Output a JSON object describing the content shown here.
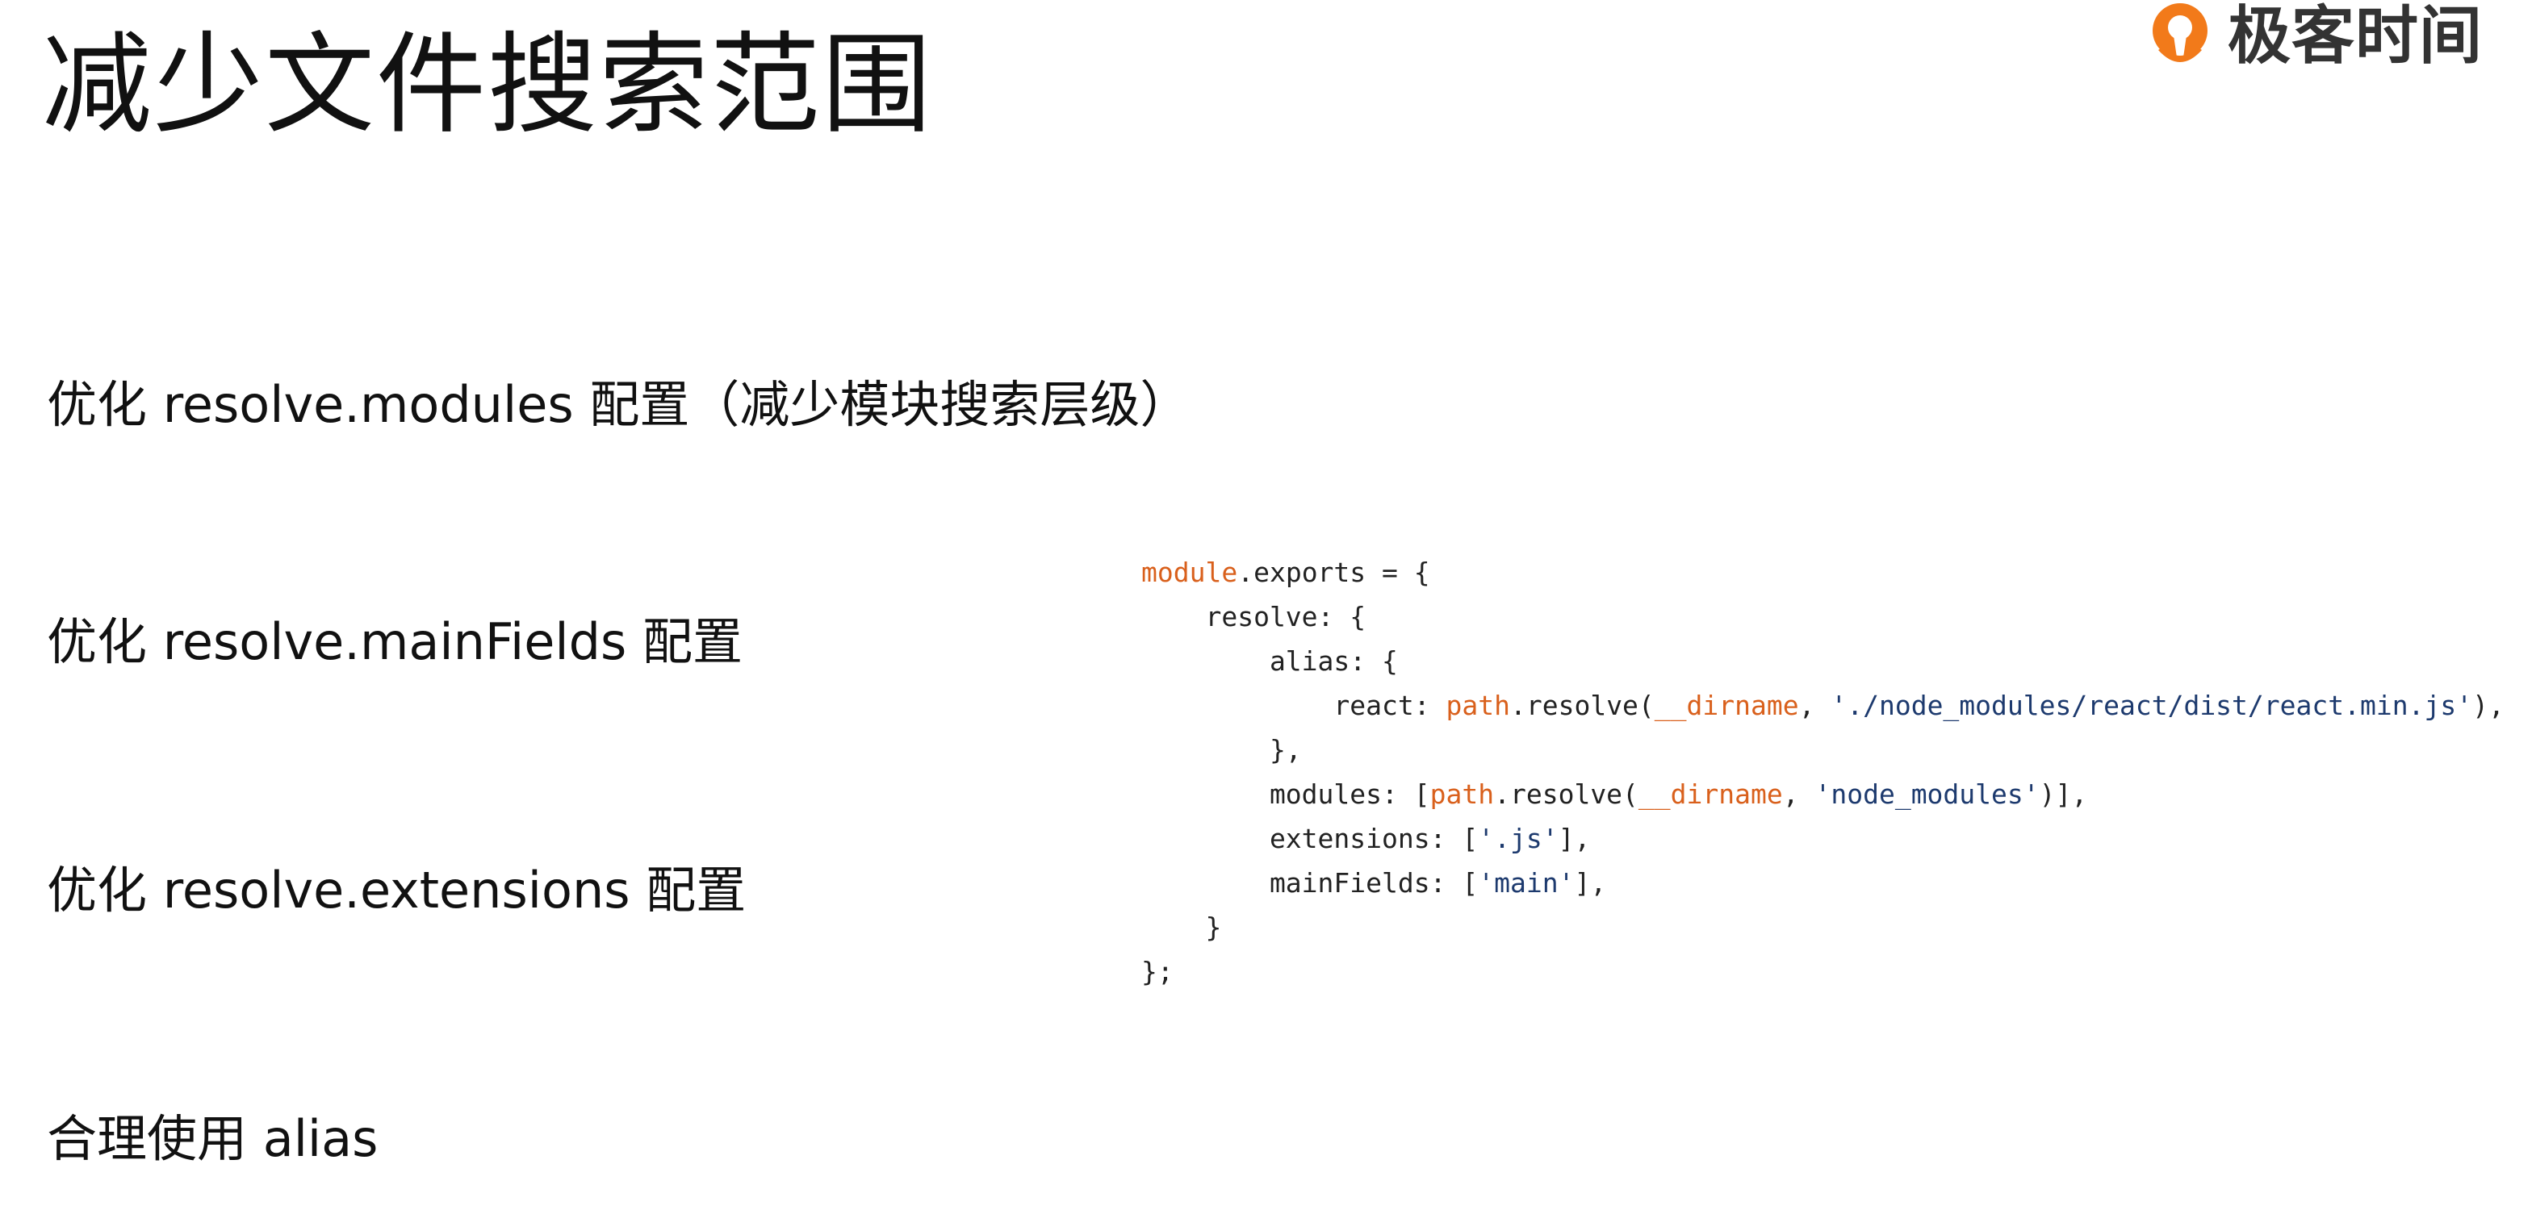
{
  "slide": {
    "title": "减少文件搜索范围"
  },
  "logo": {
    "text": "极客时间",
    "icon": "geektime-logo-icon",
    "color": "#f27a1a"
  },
  "bullets": [
    {
      "text": "优化 resolve.modules 配置（减少模块搜索层级）"
    },
    {
      "text": "优化 resolve.mainFields 配置"
    },
    {
      "text": "优化 resolve.extensions 配置"
    },
    {
      "text": "合理使用 alias"
    }
  ],
  "code": {
    "colors": {
      "keyword": "#d9601c",
      "string": "#1d3a6e",
      "plain": "#222222"
    },
    "lines": [
      [
        {
          "t": "kw",
          "s": "module"
        },
        {
          "t": "plain",
          "s": ".exports = {"
        }
      ],
      [
        {
          "t": "plain",
          "s": "    resolve: {"
        }
      ],
      [
        {
          "t": "plain",
          "s": "        alias: {"
        }
      ],
      [
        {
          "t": "plain",
          "s": "            react: "
        },
        {
          "t": "kw",
          "s": "path"
        },
        {
          "t": "plain",
          "s": ".resolve("
        },
        {
          "t": "kw",
          "s": "__dirname"
        },
        {
          "t": "plain",
          "s": ", "
        },
        {
          "t": "str",
          "s": "'./node_modules/react/dist/react.min.js'"
        },
        {
          "t": "plain",
          "s": "),"
        }
      ],
      [
        {
          "t": "plain",
          "s": "        },"
        }
      ],
      [
        {
          "t": "plain",
          "s": "        modules: ["
        },
        {
          "t": "kw",
          "s": "path"
        },
        {
          "t": "plain",
          "s": ".resolve("
        },
        {
          "t": "kw",
          "s": "__dirname"
        },
        {
          "t": "plain",
          "s": ", "
        },
        {
          "t": "str",
          "s": "'node_modules'"
        },
        {
          "t": "plain",
          "s": ")],"
        }
      ],
      [
        {
          "t": "plain",
          "s": "        extensions: ["
        },
        {
          "t": "str",
          "s": "'.js'"
        },
        {
          "t": "plain",
          "s": "],"
        }
      ],
      [
        {
          "t": "plain",
          "s": "        mainFields: ["
        },
        {
          "t": "str",
          "s": "'main'"
        },
        {
          "t": "plain",
          "s": "],"
        }
      ],
      [
        {
          "t": "plain",
          "s": "    }"
        }
      ],
      [
        {
          "t": "plain",
          "s": "};"
        }
      ]
    ]
  }
}
